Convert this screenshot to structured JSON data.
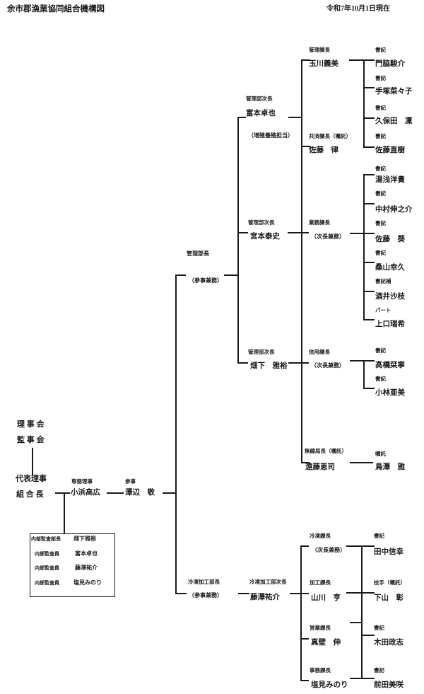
{
  "page": {
    "title": "余市郡漁業協同組合機構図",
    "date": "令和7年10月1日現在"
  },
  "colors": {
    "text": "#171717",
    "line": "#1a1a1a",
    "background": "#ffffff"
  },
  "left_column": {
    "board_of_directors": "理 事 会",
    "board_of_auditors": "監 事 会",
    "president_title": "代表理事",
    "president_name": "組 合 長",
    "managing_director": {
      "title": "専務理事",
      "name": "小浜高広"
    },
    "counselor": {
      "title": "参事",
      "name": "澤辺　敬"
    }
  },
  "audit_box": {
    "rows": [
      {
        "title": "内部監査部長",
        "name": "畑下雅裕"
      },
      {
        "title": "内部監査員",
        "name": "富本卓也"
      },
      {
        "title": "内部監査員",
        "name": "藤澤祐介"
      },
      {
        "title": "内部監査員",
        "name": "塩見みのり"
      }
    ]
  },
  "admin_dept": {
    "head": {
      "title": "管理部長",
      "sub": "（参事兼務）"
    },
    "deputies": [
      {
        "title": "管理部次長",
        "name": "富本卓也",
        "sub": "（増殖養殖担当）"
      },
      {
        "title": "管理部次長",
        "name": "宮本泰史"
      },
      {
        "title": "管理部次長",
        "name": "畑下　雅裕"
      }
    ],
    "sections": [
      {
        "title": "管理課長",
        "name": "玉川義美"
      },
      {
        "title": "共済課長（嘱託）",
        "name": "佐藤　律"
      },
      {
        "title": "業務課長",
        "sub": "（次長兼務）"
      },
      {
        "title": "信用課長",
        "sub": "（次長兼務）"
      },
      {
        "title": "無線局長（嘱託）",
        "name": "遠藤恵司"
      }
    ],
    "staff_kanri": [
      {
        "title": "書記",
        "name": "門脇駿介"
      },
      {
        "title": "書記",
        "name": "手塚菜々子"
      },
      {
        "title": "書記",
        "name": "久保田　凜"
      },
      {
        "title": "書記",
        "name": "佐藤直樹"
      }
    ],
    "staff_gyomu": [
      {
        "title": "書記",
        "name": "湯浅洋貴"
      },
      {
        "title": "書記",
        "name": "中村伸之介"
      },
      {
        "title": "書記",
        "name": "佐藤　葵"
      },
      {
        "title": "書記",
        "name": "桑山幸久"
      },
      {
        "title": "書記補",
        "name": "酒井沙枝"
      },
      {
        "title": "パート",
        "name": "上口瑞希"
      }
    ],
    "staff_shinyo": [
      {
        "title": "書記",
        "name": "髙橋栞寧"
      },
      {
        "title": "書記",
        "name": "小林亜美"
      }
    ],
    "staff_musen": [
      {
        "title": "嘱託",
        "name": "鳥澤　雅"
      }
    ]
  },
  "frozen_dept": {
    "head": {
      "title": "冷凍加工部長",
      "sub": "（参事兼務）"
    },
    "deputy": {
      "title": "冷凍加工部次長",
      "name": "藤澤祐介"
    },
    "sections": [
      {
        "title": "冷凍課長",
        "sub": "（次長兼務）"
      },
      {
        "title": "加工課長",
        "name": "山川　亨"
      },
      {
        "title": "営業課長",
        "name": "真壁　伸"
      },
      {
        "title": "事務課長",
        "name": "塩見みのり"
      }
    ],
    "staff": [
      {
        "title": "書記",
        "name": "田中信幸"
      },
      {
        "title": "技手（嘱託）",
        "name": "下山　彰"
      },
      {
        "title": "書記",
        "name": "木田政志"
      },
      {
        "title": "書記",
        "name": "前田美咲"
      }
    ]
  }
}
